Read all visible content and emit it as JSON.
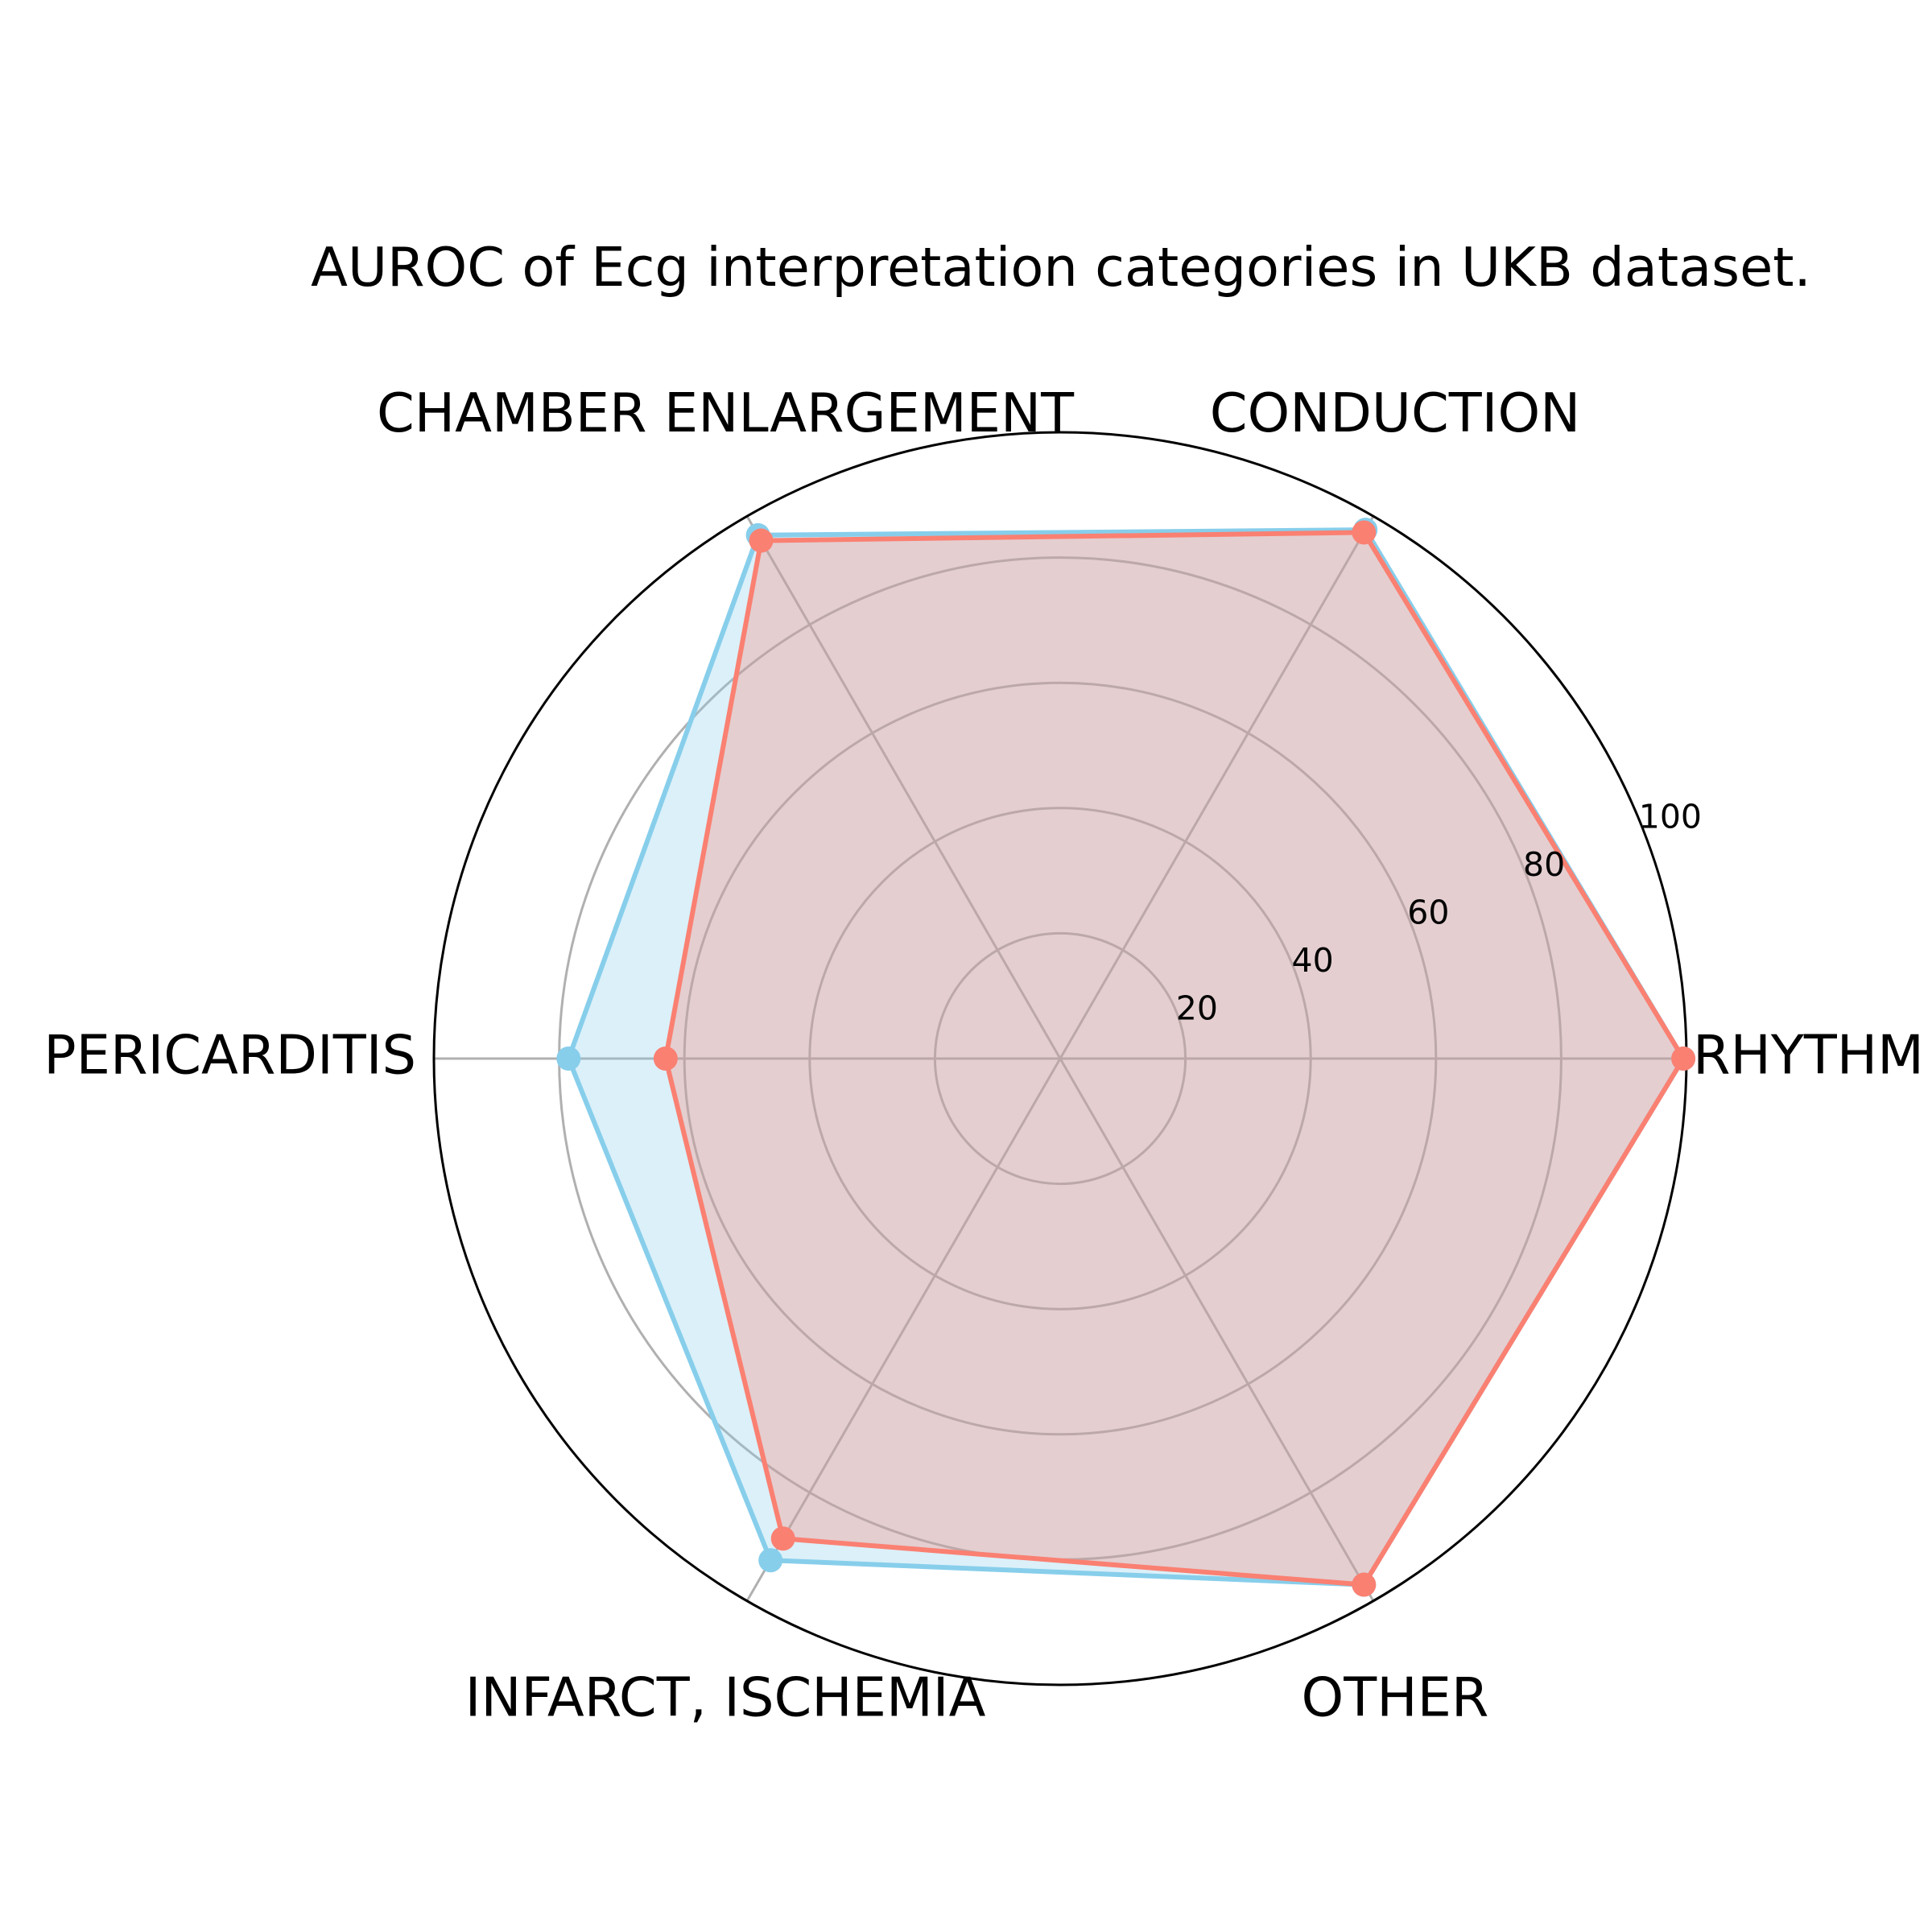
{
  "chart_data": {
    "type": "radar",
    "title": "AUROC of Ecg interpretation categories in UKB dataset.",
    "categories": [
      "RHYTHM",
      "CONDUCTION",
      "CHAMBER ENLARGEMENT",
      "PERICARDITIS",
      "INFARCT, ISCHEMIA",
      "OTHER"
    ],
    "rlim": [
      0,
      100
    ],
    "rticks": [
      20,
      40,
      60,
      80,
      100
    ],
    "rtick_labels": [
      "20",
      "40",
      "60",
      "80",
      "100"
    ],
    "grid": true,
    "series": [
      {
        "color": "#87ceeb",
        "values": [
          99.5,
          97.5,
          96.5,
          78.5,
          92.5,
          97.0
        ]
      },
      {
        "color": "#fa8072",
        "values": [
          99.5,
          97.0,
          95.5,
          63.0,
          88.5,
          97.0
        ]
      }
    ]
  }
}
